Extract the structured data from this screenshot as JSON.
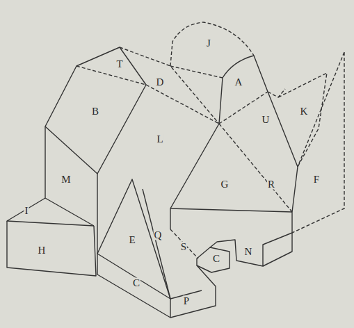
{
  "diagram": {
    "labels": [
      "J",
      "T",
      "D",
      "A",
      "B",
      "U",
      "K",
      "L",
      "G",
      "R",
      "F",
      "M",
      "I",
      "Q",
      "S",
      "H",
      "E",
      "C",
      "N",
      "C",
      "P"
    ]
  }
}
